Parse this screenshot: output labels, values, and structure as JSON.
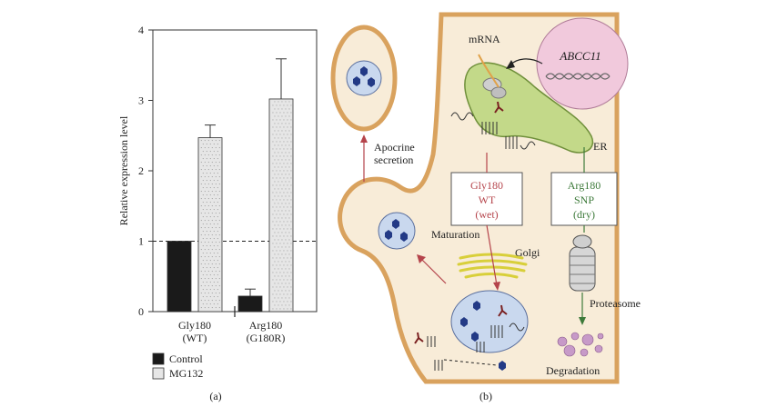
{
  "panel_a": {
    "label": "(a)",
    "ylabel": "Relative expression level",
    "legend": [
      {
        "name": "Control",
        "color": "#1a1a1a"
      },
      {
        "name": "MG132",
        "color": "#e6e6e6"
      }
    ]
  },
  "chart_data": {
    "type": "bar",
    "categories": [
      [
        "Gly180",
        "(WT)"
      ],
      [
        "Arg180",
        "(G180R)"
      ]
    ],
    "series": [
      {
        "name": "Control",
        "values": [
          1.0,
          0.22
        ],
        "errors": [
          0,
          0.1
        ]
      },
      {
        "name": "MG132",
        "values": [
          2.47,
          3.02
        ],
        "errors": [
          0.18,
          0.57
        ]
      }
    ],
    "ylim": [
      0,
      4
    ],
    "yticks": [
      0,
      1,
      2,
      3,
      4
    ],
    "ylabel": "Relative expression level",
    "reference_line": 1,
    "axis_break": true,
    "grid": false,
    "legend_position": "bottom-left"
  },
  "panel_b": {
    "label": "(b)",
    "nucleus_gene": "ABCC11",
    "mrna": "mRNA",
    "er": "ER",
    "golgi": "Golgi",
    "maturation": "Maturation",
    "apocrine": [
      "Apocrine",
      "secretion"
    ],
    "proteasome": "Proteasome",
    "degradation": "Degradation",
    "wt_box": [
      "Gly180",
      "WT",
      "(wet)"
    ],
    "snp_box": [
      "Arg180",
      "SNP",
      "(dry)"
    ],
    "colors": {
      "wt": "#b5444b",
      "snp": "#3d7a3a",
      "cell": "#f8ecd8",
      "membrane": "#d9a25e",
      "er": "#c3d989",
      "nucleus": "#f1c9dc",
      "vesicle": "#c9d8ee",
      "protein": "#233a86",
      "proteasome_dots": "#c79ac8"
    }
  }
}
